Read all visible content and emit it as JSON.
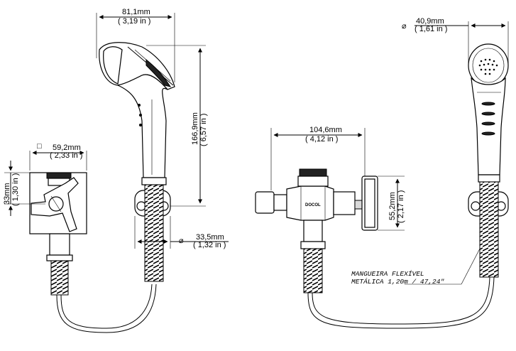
{
  "dimensions": {
    "shower_width": {
      "metric": "81,1mm",
      "imperial": "( 3,19 in )"
    },
    "shower_length": {
      "metric": "166,9mm",
      "imperial": "( 6,57 in )"
    },
    "wall_plate_width": {
      "symbol": "□",
      "metric": "59,2mm",
      "imperial": "( 2,33 in )"
    },
    "valve_height": {
      "metric": "33mm",
      "imperial": "( 1,30 in )"
    },
    "holder_diameter": {
      "symbol": "⌀",
      "metric": "33,5mm",
      "imperial": "( 1,32 in )"
    },
    "head_diameter": {
      "symbol": "⌀",
      "metric": "40,9mm",
      "imperial": "( 1,61 in )"
    },
    "valve_body_length": {
      "metric": "104,6mm",
      "imperial": "( 4,12 in )"
    },
    "flange_height": {
      "metric": "55,2mm",
      "imperial": "( 2,17 in )"
    }
  },
  "valve_marking": "DOCOL",
  "hose_note": {
    "line1": "MANGUEIRA FLEXÍVEL",
    "line2": "METÁLICA 1,20m / 47,24\""
  }
}
